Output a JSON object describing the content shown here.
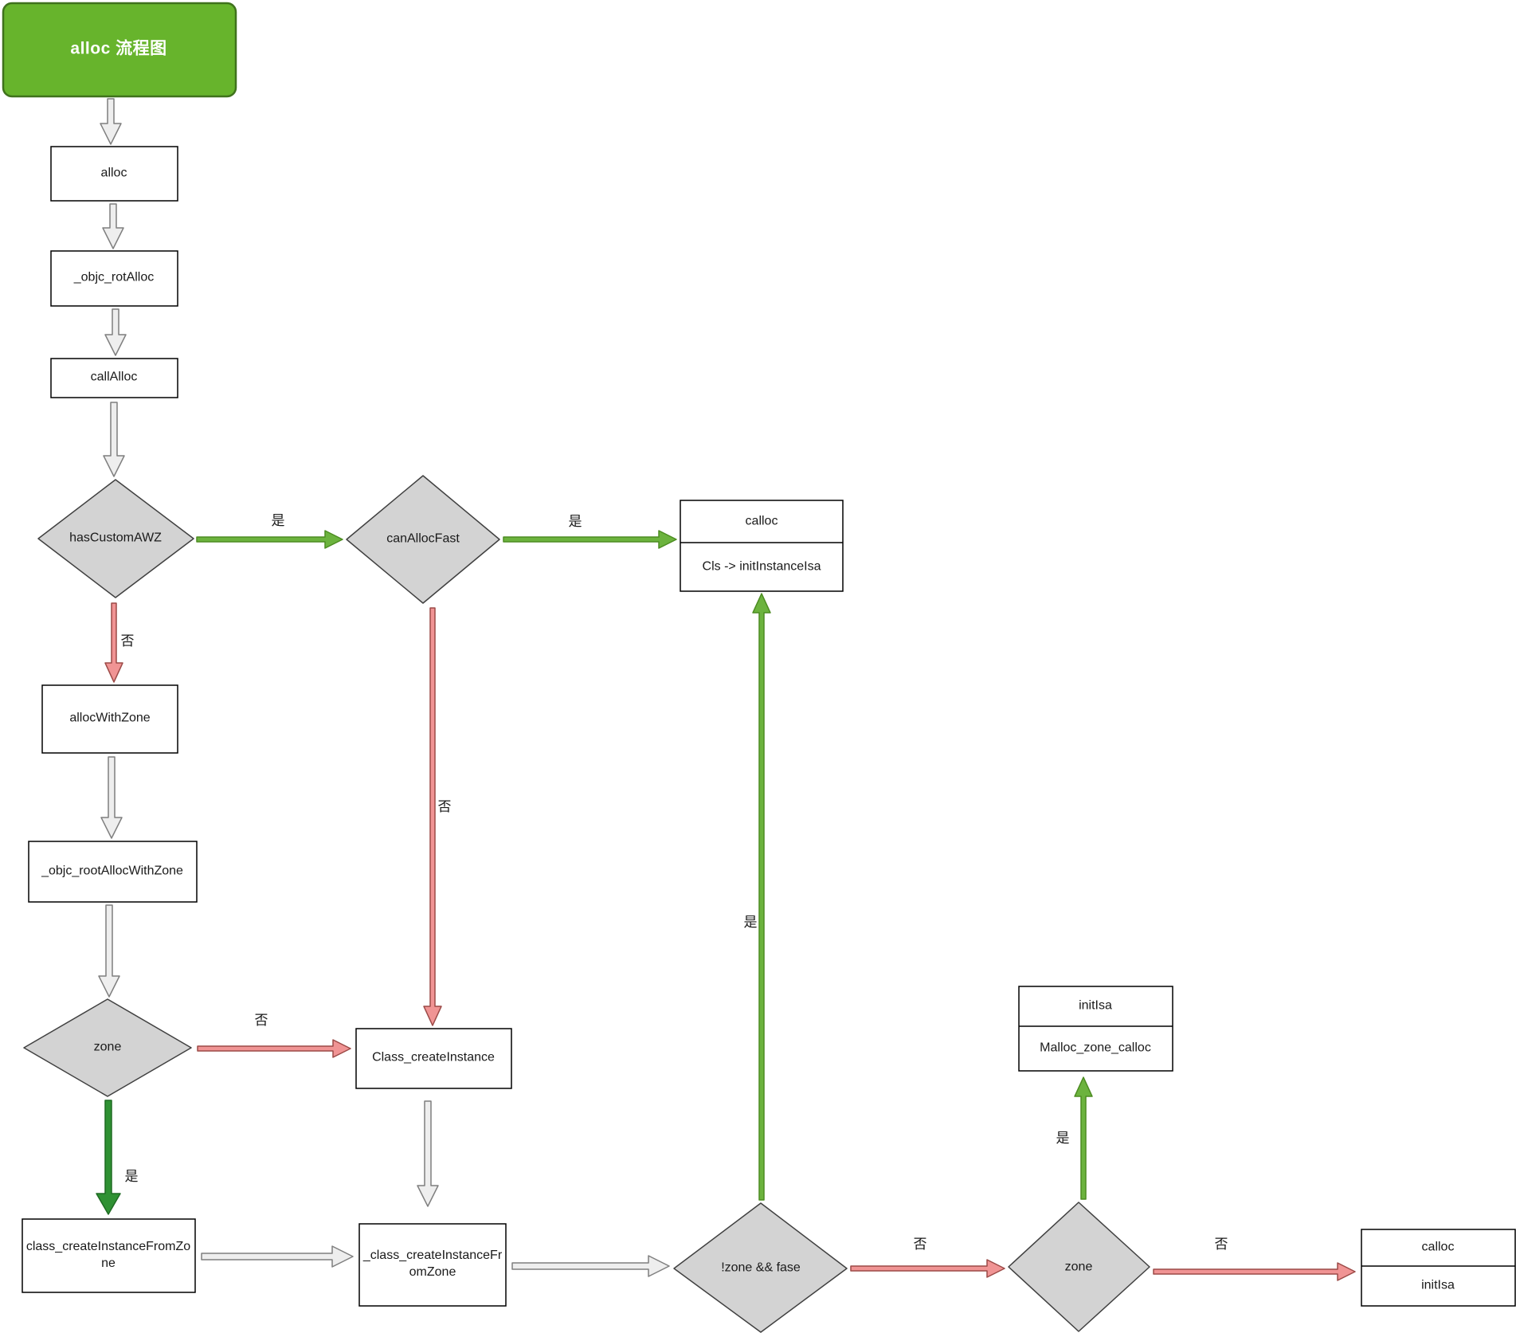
{
  "title": {
    "label": "alloc 流程图"
  },
  "nodes": {
    "alloc": "alloc",
    "objc_rot_alloc": "_objc_rotAlloc",
    "call_alloc": "callAlloc",
    "has_custom_awz": "hasCustomAWZ",
    "can_alloc_fast": "canAllocFast",
    "calloc_top": {
      "row1": "calloc",
      "row2": "Cls -> initInstanceIsa"
    },
    "alloc_with_zone": "allocWithZone",
    "objc_root_alloc_with_zone": "_objc_rootAllocWithZone",
    "zone_left": "zone",
    "class_create_instance": "Class_createInstance",
    "class_create_instance_from_zone": "class_createInstanceFromZone",
    "underscore_class_create_instance_from_zone": "_class_createInstanceFromZone",
    "not_zone_and_fase": "!zone && fase",
    "zone_right": "zone",
    "calloc_init_isa": {
      "row1": "calloc",
      "row2": "initIsa"
    },
    "init_isa_malloc": {
      "row1": "initIsa",
      "row2": "Malloc_zone_calloc"
    }
  },
  "edge_labels": {
    "yes": "是",
    "no": "否"
  },
  "colors": {
    "title_fill": "#67b42c",
    "green_arrow": "#6cb33e",
    "dark_green_arrow": "#2f9133",
    "red_arrow": "#f09494",
    "gray_arrow": "#eeeeee",
    "diamond_fill": "#d3d3d3",
    "box_fill": "#ffffff"
  }
}
